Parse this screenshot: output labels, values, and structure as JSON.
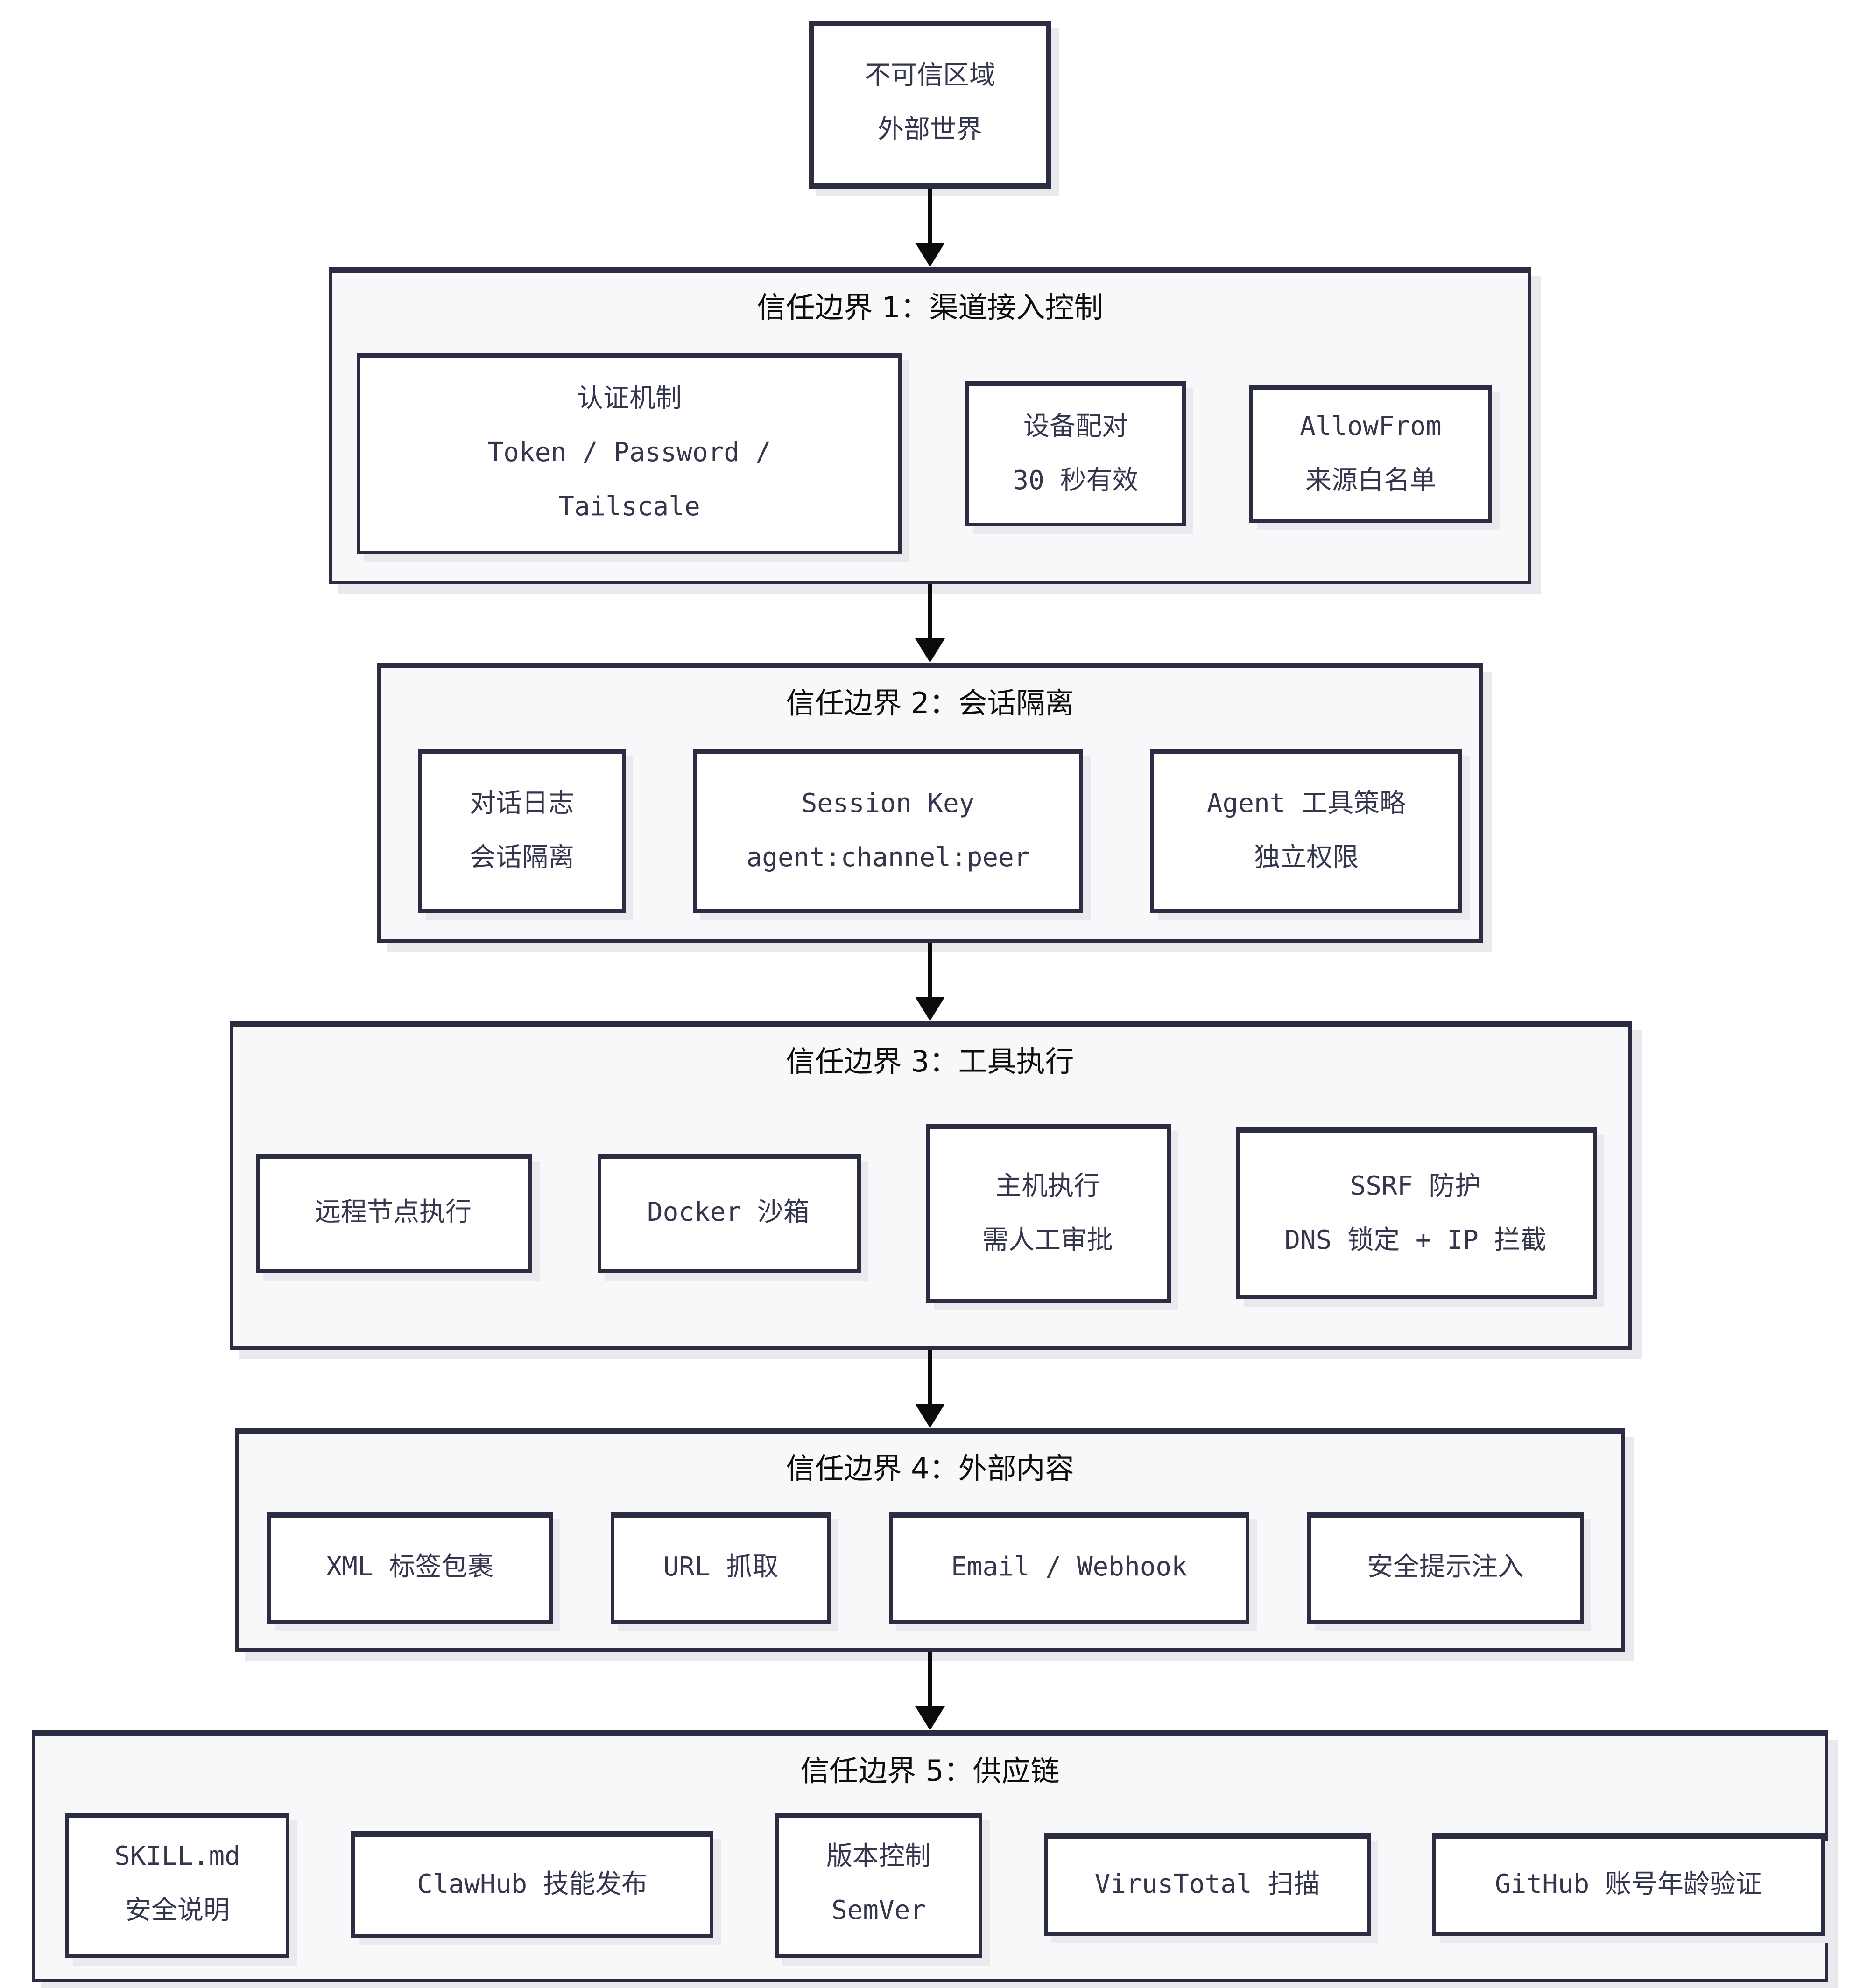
{
  "colors": {
    "background": "#ffffff",
    "border_ink": "#2b2d42",
    "boundary_fill": "#f8f8fa",
    "node_fill": "#ffffff",
    "node_text": "#34364e",
    "title_text": "#0d0d0d",
    "arrow": "#0b0b0b",
    "shadow": "#e9e9ee"
  },
  "diagram": {
    "root": {
      "lines": [
        "不可信区域",
        "外部世界"
      ]
    },
    "boundaries": [
      {
        "title": "信任边界 1：渠道接入控制",
        "nodes": [
          {
            "lines": [
              "认证机制",
              "Token / Password /",
              "Tailscale"
            ]
          },
          {
            "lines": [
              "设备配对",
              "30 秒有效"
            ]
          },
          {
            "lines": [
              "AllowFrom",
              "来源白名单"
            ]
          }
        ]
      },
      {
        "title": "信任边界 2：会话隔离",
        "nodes": [
          {
            "lines": [
              "对话日志",
              "会话隔离"
            ]
          },
          {
            "lines": [
              "Session Key",
              "agent:channel:peer"
            ]
          },
          {
            "lines": [
              "Agent 工具策略",
              "独立权限"
            ]
          }
        ]
      },
      {
        "title": "信任边界 3：工具执行",
        "nodes": [
          {
            "lines": [
              "远程节点执行"
            ]
          },
          {
            "lines": [
              "Docker 沙箱"
            ]
          },
          {
            "lines": [
              "主机执行",
              "需人工审批"
            ]
          },
          {
            "lines": [
              "SSRF 防护",
              "DNS 锁定 + IP 拦截"
            ]
          }
        ]
      },
      {
        "title": "信任边界 4：外部内容",
        "nodes": [
          {
            "lines": [
              "XML 标签包裹"
            ]
          },
          {
            "lines": [
              "URL 抓取"
            ]
          },
          {
            "lines": [
              "Email / Webhook"
            ]
          },
          {
            "lines": [
              "安全提示注入"
            ]
          }
        ]
      },
      {
        "title": "信任边界 5：供应链",
        "nodes": [
          {
            "lines": [
              "SKILL.md",
              "安全说明"
            ]
          },
          {
            "lines": [
              "ClawHub 技能发布"
            ]
          },
          {
            "lines": [
              "版本控制",
              "SemVer"
            ]
          },
          {
            "lines": [
              "VirusTotal 扫描"
            ]
          },
          {
            "lines": [
              "GitHub 账号年龄验证"
            ]
          }
        ]
      }
    ]
  }
}
